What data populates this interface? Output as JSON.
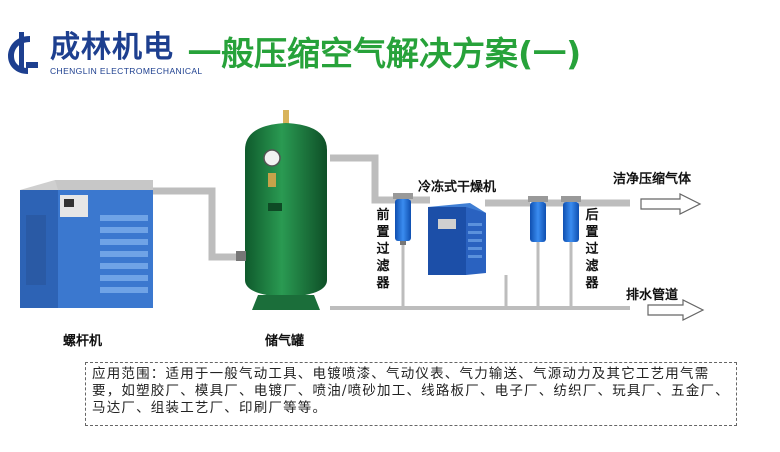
{
  "brand": {
    "name_cn": "成林机电",
    "name_en": "CHENGLIN ELECTROMECHANICAL",
    "color": "#1d3f8f"
  },
  "title": "一般压缩空气解决方案(一)",
  "title_color": "#27a23a",
  "labels": {
    "compressor": "螺杆机",
    "tank": "储气罐",
    "dryer": "冷冻式干燥机",
    "pre_filter": "前置过滤器",
    "post_filter": "后置过滤器",
    "clean_air": "洁净压缩气体",
    "drain": "排水管道"
  },
  "icons": {
    "logo": "chenglin-logo-icon",
    "outlet_arrow": "arrow-right-icon",
    "drain_arrow": "arrow-right-icon"
  },
  "colors": {
    "pipe": "#c9c9c9",
    "compressor": "#2b63b8",
    "tank": "#1f7a3f",
    "filter": "#1e6bd6",
    "dryer": "#1c4fa8"
  },
  "scope": {
    "text": "应用范围：适用于一般气动工具、电镀喷漆、气动仪表、气力输送、气源动力及其它工艺用气需要，如塑胶厂、模具厂、电镀厂、喷油/喷砂加工、线路板厂、电子厂、纺织厂、玩具厂、五金厂、马达厂、组装工艺厂、印刷厂等等。"
  }
}
